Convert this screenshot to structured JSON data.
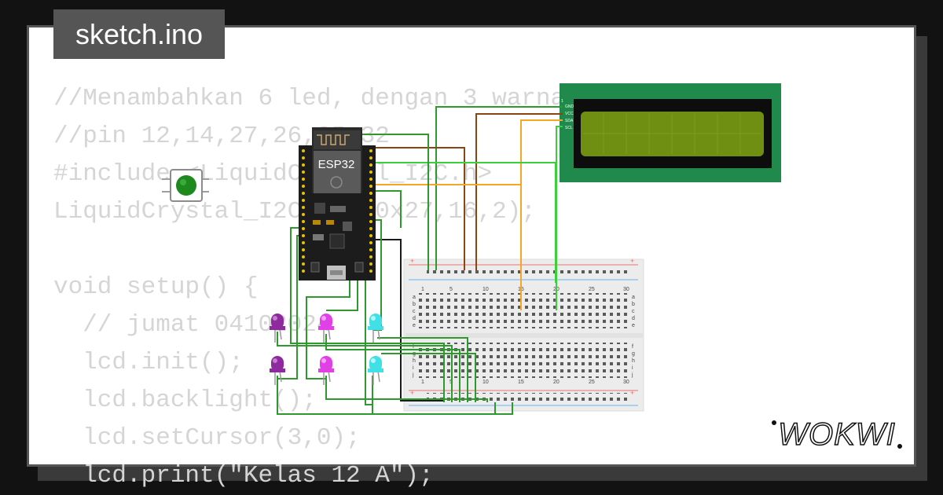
{
  "title": "sketch.ino",
  "brand": "WOKWI",
  "code_lines": [
    "//Menambahkan 6 led, dengan 3 warna",
    "//pin 12,14,27,26,25,32",
    "#include <LiquidCrystal_I2C.h>",
    "LiquidCrystal_I2C lcd(0x27,16,2);",
    "",
    "void setup() {",
    "  // jumat 04102024",
    "  lcd.init();",
    "  lcd.backlight();",
    "  lcd.setCursor(3,0);",
    "  lcd.print(\"Kelas 12 A\");"
  ],
  "esp32_label": "ESP32",
  "lcd_pins": [
    "GND",
    "VCC",
    "SDA",
    "SCL"
  ],
  "breadboard": {
    "column_numbers": [
      "1",
      "5",
      "10",
      "15",
      "20",
      "25",
      "30"
    ],
    "row_letters_top": [
      "a",
      "b",
      "c",
      "d",
      "e"
    ],
    "row_letters_bottom": [
      "f",
      "g",
      "h",
      "i",
      "j"
    ]
  },
  "colors": {
    "background": "#121212",
    "card": "#ffffff",
    "tab": "#555555",
    "code_text": "#d5d5d5",
    "wire_green": "#2e9a2e",
    "wire_brown": "#8b4513",
    "wire_orange": "#f5a623",
    "wire_lime": "#3ccf3c",
    "lcd_board": "#1f8a4c",
    "lcd_screen": "#6f8f12",
    "led_purple": "#8e2a9e",
    "led_magenta": "#e040e6",
    "led_cyan": "#40e0e6"
  }
}
